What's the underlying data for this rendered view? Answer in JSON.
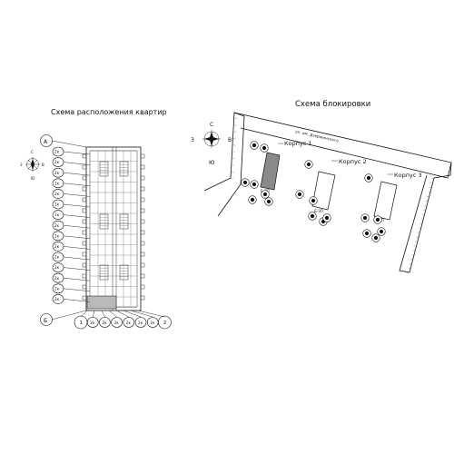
{
  "left_scheme": {
    "title": "Схема расположения квартир",
    "row_labels": [
      "2к",
      "2к",
      "2к",
      "1к",
      "2к",
      "1к",
      "1к",
      "2к",
      "1к",
      "2к",
      "2к",
      "2к",
      "2к",
      "2к",
      "2к"
    ],
    "bottom_labels": [
      "1",
      "2к",
      "2к",
      "2к",
      "2к",
      "2к",
      "2к",
      "2"
    ],
    "axis_left_top": "А",
    "axis_left_bottom": "Б"
  },
  "right_scheme": {
    "title": "Схема блокировки",
    "road_label": "ул. им. Дзержинского",
    "buildings": [
      {
        "label": "Корпус 1",
        "highlighted": true
      },
      {
        "label": "Корпус 2",
        "highlighted": false
      },
      {
        "label": "Корпус 3",
        "highlighted": false
      }
    ],
    "section_tag": "Б-ЗП"
  },
  "compass_right": {
    "north": "С",
    "south": "Ю",
    "west": "З",
    "east": "В"
  },
  "compass_left": {
    "north": "С",
    "south": "Ю",
    "west": "З",
    "east": "В"
  },
  "colors": {
    "ink": "#111111",
    "highlight_fill": "#8a8a8a",
    "background": "#ffffff"
  }
}
